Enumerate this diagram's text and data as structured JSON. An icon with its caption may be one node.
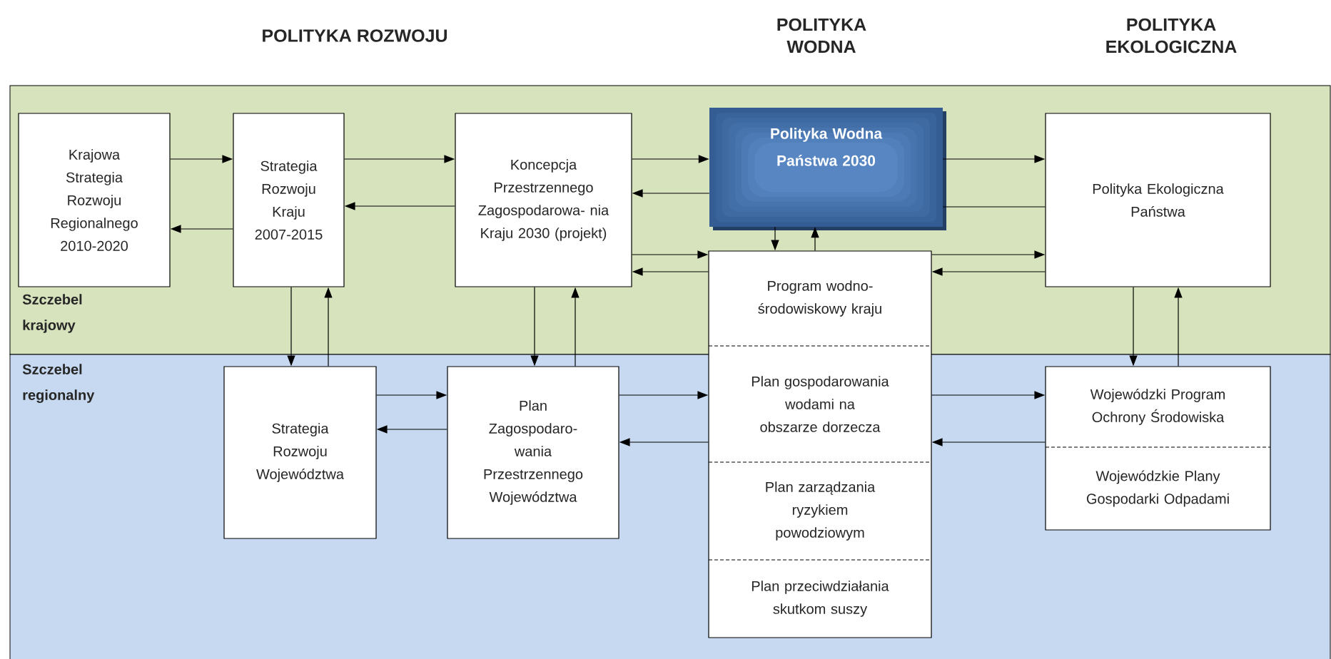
{
  "diagram": {
    "nodes": [
      {
        "text": [
          "Szczebel krajowy"
        ]
      },
      {
        "text": [
          "Krajowa Strategia Rozwoju Regionalnego 2010-2020"
        ],
        "in": 0
      },
      {
        "text": [
          "Strategia Rozwoju Kraju 2007-2015"
        ],
        "in": 0
      },
      {
        "text": [
          "Koncepcja Przestrzennego Zagospodarowa- nia Kraju 2030 (projekt)"
        ],
        "in": 0
      },
      {
        "text": [
          "Polityka Wodna Państwa 2030"
        ],
        "in": 0
      },
      {
        "text": [
          "Polityka Ekologiczna Państwa"
        ],
        "in": 0
      },
      {
        "text": [
          "Program wodno- środowiskowy kraju",
          "Plan gospodarowania wodami na obszarze dorzecza",
          "Plan zarządzania ryzykiem powodziowym",
          "Plan przeciwdziałania skutkom suszy"
        ]
      },
      {
        "text": [
          "Szczebel regionalny"
        ]
      },
      {
        "text": [
          "Strategia Rozwoju Województwa"
        ],
        "in": 7
      },
      {
        "text": [
          "Plan Zagospodaro- wania Przestrzennego Województwa"
        ],
        "in": 7
      },
      {
        "text": [
          "Wojewódzki Program Ochrony Środowiska",
          "Wojewódzkie Plany Gospodarki Odpadami"
        ],
        "in": 7
      }
    ],
    "edges": [
      {
        "from": 1,
        "to": 2,
        "arrow": "to"
      },
      {
        "from": 2,
        "to": 1,
        "arrow": "to"
      },
      {
        "from": 2,
        "to": 3,
        "arrow": "to"
      },
      {
        "from": 3,
        "to": 2,
        "arrow": "to"
      },
      {
        "from": 3,
        "to": 4,
        "arrow": "to"
      },
      {
        "from": 4,
        "to": 3,
        "arrow": "to"
      },
      {
        "from": 3,
        "to": 6,
        "arrow": "to"
      },
      {
        "from": 6,
        "to": 3,
        "arrow": "to"
      },
      {
        "from": 4,
        "to": 5,
        "arrow": "to"
      },
      {
        "from": 5,
        "to": 4,
        "arrow": "none"
      },
      {
        "from": 6,
        "to": 5,
        "arrow": "to"
      },
      {
        "from": 5,
        "to": 6,
        "arrow": "to"
      },
      {
        "from": 4,
        "to": 6,
        "arrow": "to"
      },
      {
        "from": 6,
        "to": 4,
        "arrow": "to"
      },
      {
        "from": 2,
        "to": 8,
        "arrow": "to"
      },
      {
        "from": 8,
        "to": 2,
        "arrow": "to"
      },
      {
        "from": 3,
        "to": 9,
        "arrow": "to"
      },
      {
        "from": 9,
        "to": 3,
        "arrow": "to"
      },
      {
        "from": 5,
        "to": 10,
        "arrow": "to"
      },
      {
        "from": 10,
        "to": 5,
        "arrow": "to"
      },
      {
        "from": 8,
        "to": 9,
        "arrow": "to"
      },
      {
        "from": 9,
        "to": 8,
        "arrow": "to"
      },
      {
        "from": 9,
        "to": 6,
        "arrow": "to"
      },
      {
        "from": 6,
        "to": 9,
        "arrow": "to"
      },
      {
        "from": 6,
        "to": 10,
        "arrow": "to"
      },
      {
        "from": 10,
        "to": 6,
        "arrow": "to"
      }
    ],
    "labels": [
      "POLITYKA ROZWOJU",
      "POLITYKA WODNA",
      "POLITYKA EKOLOGICZNA"
    ]
  }
}
